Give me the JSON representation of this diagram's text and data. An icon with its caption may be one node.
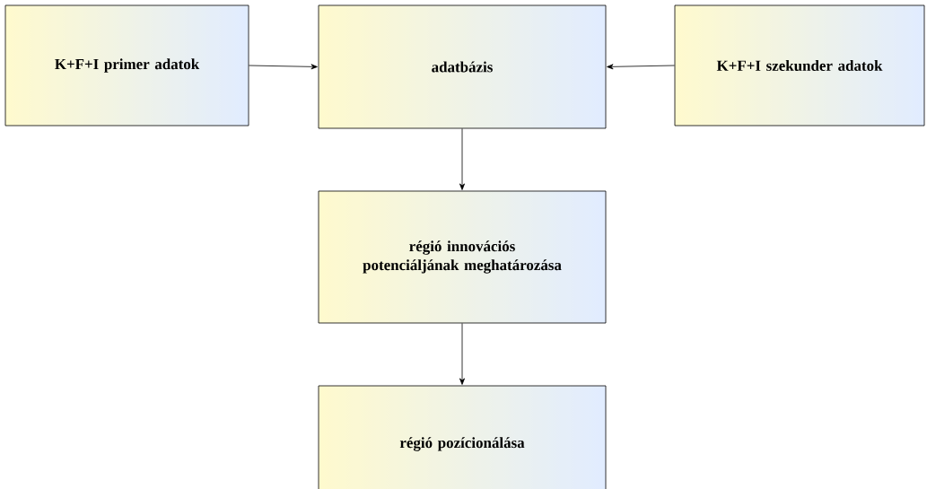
{
  "diagram": {
    "nodes": [
      {
        "text": [
          "K+F+I primer adatok"
        ]
      },
      {
        "text": [
          "adatbázis"
        ]
      },
      {
        "text": [
          "K+F+I szekunder adatok"
        ]
      },
      {
        "text": [
          "régió innovációs potenciáljának meghatározása"
        ]
      },
      {
        "text": [
          "régió pozícionálása"
        ]
      }
    ],
    "edges": [
      {
        "from": 0,
        "to": 1,
        "arrow": "to"
      },
      {
        "from": 2,
        "to": 1,
        "arrow": "to"
      },
      {
        "from": 1,
        "to": 3,
        "arrow": "to"
      },
      {
        "from": 3,
        "to": 4,
        "arrow": "to"
      }
    ]
  }
}
